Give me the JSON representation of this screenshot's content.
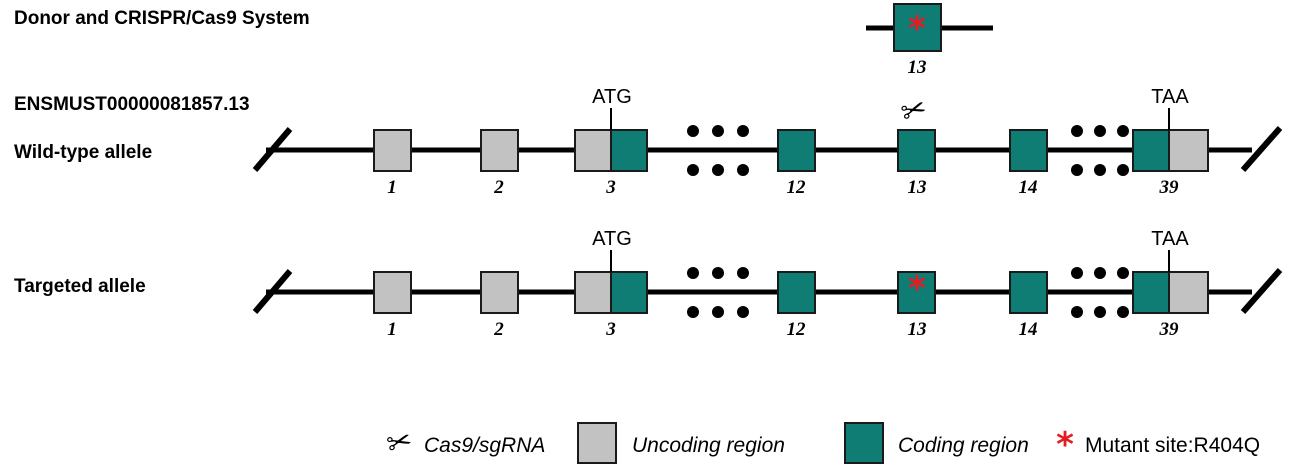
{
  "figure": {
    "title": "Donor and CRISPR/Cas9 System",
    "transcript_id": "ENSMUST00000081857.13",
    "rows": {
      "wildtype_label": "Wild-type allele",
      "targeted_label": "Targeted allele"
    },
    "colors": {
      "coding": "#0f7d73",
      "uncoding": "#c2c2c2",
      "mutant": "#e31b23",
      "line": "#000000",
      "box_border": "#1a1a1a"
    },
    "codons": {
      "start": "ATG",
      "stop": "TAA"
    },
    "donor": {
      "exon_number": "13",
      "mutant_marker": "*"
    },
    "wildtype_exons": [
      {
        "number": "1",
        "type": "uncoding"
      },
      {
        "number": "2",
        "type": "uncoding"
      },
      {
        "number": "3",
        "type": "split-uncoding-coding"
      },
      {
        "number": "12",
        "type": "coding"
      },
      {
        "number": "13",
        "type": "coding"
      },
      {
        "number": "14",
        "type": "coding"
      },
      {
        "number": "39",
        "type": "split-coding-uncoding"
      }
    ],
    "targeted_exons": [
      {
        "number": "1",
        "type": "uncoding"
      },
      {
        "number": "2",
        "type": "uncoding"
      },
      {
        "number": "3",
        "type": "split-uncoding-coding"
      },
      {
        "number": "12",
        "type": "coding"
      },
      {
        "number": "13",
        "type": "coding-mutant"
      },
      {
        "number": "14",
        "type": "coding"
      },
      {
        "number": "39",
        "type": "split-coding-uncoding"
      }
    ],
    "legend": [
      {
        "icon": "scissors-icon",
        "label": "Cas9/sgRNA",
        "style": "italic"
      },
      {
        "icon": "gray-swatch",
        "label": "Uncoding region",
        "style": "italic"
      },
      {
        "icon": "teal-swatch",
        "label": "Coding region",
        "style": "italic"
      },
      {
        "icon": "red-asterisk",
        "label": "Mutant site:R404Q",
        "style": "plain"
      }
    ],
    "markers": {
      "scissors_glyph": "✂",
      "asterisk_glyph": "*"
    }
  }
}
